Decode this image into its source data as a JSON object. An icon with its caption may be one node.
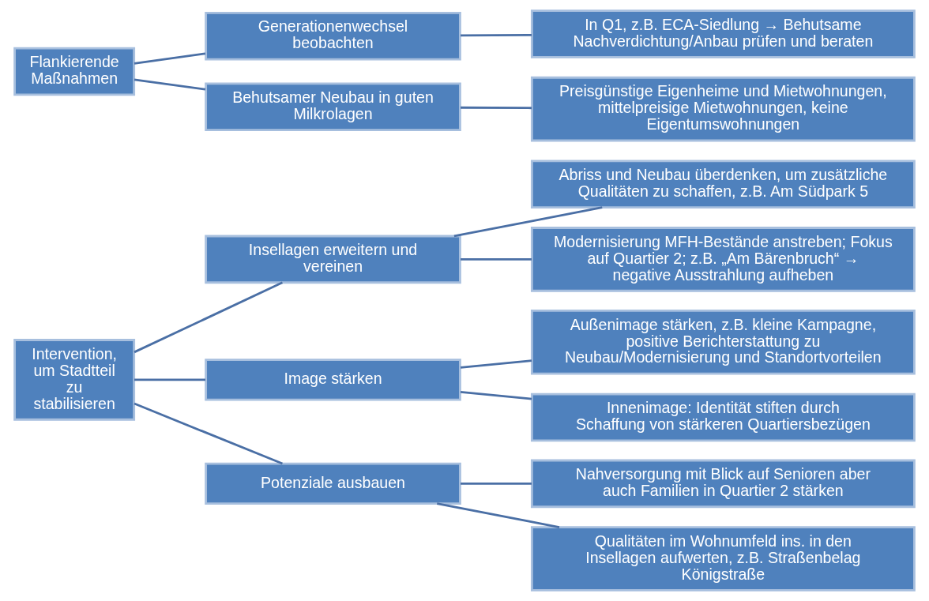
{
  "diagram": {
    "nodes": [
      {
        "text": [
          "Intervention, um Stadtteil zu stabilisieren"
        ]
      },
      {
        "text": [
          "Insellagen erweitern und vereinen"
        ]
      },
      {
        "text": [
          "Image stärken"
        ]
      },
      {
        "text": [
          "Potenziale ausbauen"
        ]
      },
      {
        "text": [
          "Abriss und Neubau überdenken, um zusätzliche Qualitäten zu schaffen, z.B. Am Südpark 5"
        ]
      },
      {
        "text": [
          "Modernisierung MFH-Bestände anstreben; Fokus auf Quartier 2; z.B. „Am Bärenbruch“ → negative Ausstrahlung aufheben"
        ]
      },
      {
        "text": [
          "Außenimage stärken, z.B. kleine Kampagne, positive Berichterstattung zu Neubau/Modernisierung und Standortvorteilen"
        ]
      },
      {
        "text": [
          "Innenimage: Identität stiften durch Schaffung von stärkeren Quartiersbezügen"
        ]
      },
      {
        "text": [
          "Nahversorgung mit Blick auf Senioren aber auch Familien in Quartier 2 stärken"
        ]
      },
      {
        "text": [
          "Qualitäten im Wohnumfeld ins. in den Insellagen aufwerten, z.B. Straßenbelag Königstraße"
        ]
      },
      {
        "text": [
          "Flankierende Maßnahmen"
        ]
      },
      {
        "text": [
          "Generationenwechsel beobachten"
        ]
      },
      {
        "text": [
          "Behutsamer Neubau in guten Milkrolagen"
        ]
      },
      {
        "text": [
          "In Q1, z.B. ECA-Siedlung → Behutsame Nachverdichtung/Anbau prüfen und beraten"
        ]
      },
      {
        "text": [
          "Preisgünstige Eigenheime und Mietwohnungen, mittelpreisige Mietwohnungen, keine Eigentumswohnungen"
        ]
      }
    ],
    "edges": [
      {
        "from": 0,
        "to": 1,
        "arrow": "none"
      },
      {
        "from": 0,
        "to": 2,
        "arrow": "none"
      },
      {
        "from": 0,
        "to": 3,
        "arrow": "none"
      },
      {
        "from": 1,
        "to": 4,
        "arrow": "none"
      },
      {
        "from": 1,
        "to": 5,
        "arrow": "none"
      },
      {
        "from": 2,
        "to": 6,
        "arrow": "none"
      },
      {
        "from": 2,
        "to": 7,
        "arrow": "none"
      },
      {
        "from": 3,
        "to": 8,
        "arrow": "none"
      },
      {
        "from": 3,
        "to": 9,
        "arrow": "none"
      },
      {
        "from": 10,
        "to": 11,
        "arrow": "none"
      },
      {
        "from": 10,
        "to": 12,
        "arrow": "none"
      },
      {
        "from": 11,
        "to": 13,
        "arrow": "none"
      },
      {
        "from": 12,
        "to": 14,
        "arrow": "none"
      }
    ]
  }
}
